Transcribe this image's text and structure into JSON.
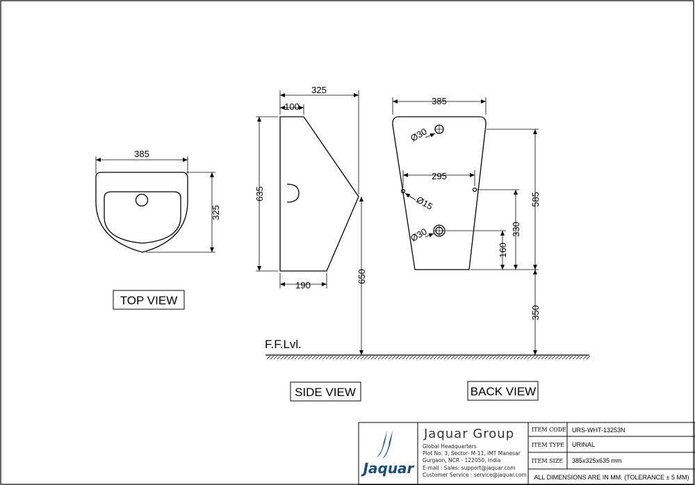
{
  "views": {
    "top": "TOP VIEW",
    "side": "SIDE VIEW",
    "back": "BACK VIEW"
  },
  "floor_level": "F.F.Lvl.",
  "dimensions": {
    "top_width": "385",
    "top_depth": "325",
    "side_depth": "325",
    "side_top": "100",
    "side_height": "635",
    "side_bottom": "190",
    "side_floor": "650",
    "back_width": "385",
    "back_holes": "295",
    "back_total": "585",
    "back_330": "330",
    "back_160": "160",
    "back_floor": "350",
    "hole_top": "Ø30",
    "hole_mid": "Ø15",
    "hole_bottom": "Ø30"
  },
  "title_block": {
    "company": "Jaquar Group",
    "brand": "Jaquar",
    "address_lines": [
      "Global Headquarters",
      "Plot No. 3, Sector- M-11, IMT Manesar",
      "Gurgaon, NCR - 122050, India",
      "E-mail : Sales: support@jaquar.com",
      "Customer Service : service@jaquar.com"
    ],
    "item_code_label": "ITEM CODE",
    "item_code": "URS-WHT-13253N",
    "item_type_label": "ITEM TYPE",
    "item_type": "URINAL",
    "item_size_label": "ITEM SIZE",
    "item_size": "385x325x635 mm",
    "note": "ALL DIMENSIONS ARE IN MM. (TOLERANCE ± 5 MM)"
  },
  "colors": {
    "line": "#000000",
    "brand": "#1a4d7a"
  }
}
